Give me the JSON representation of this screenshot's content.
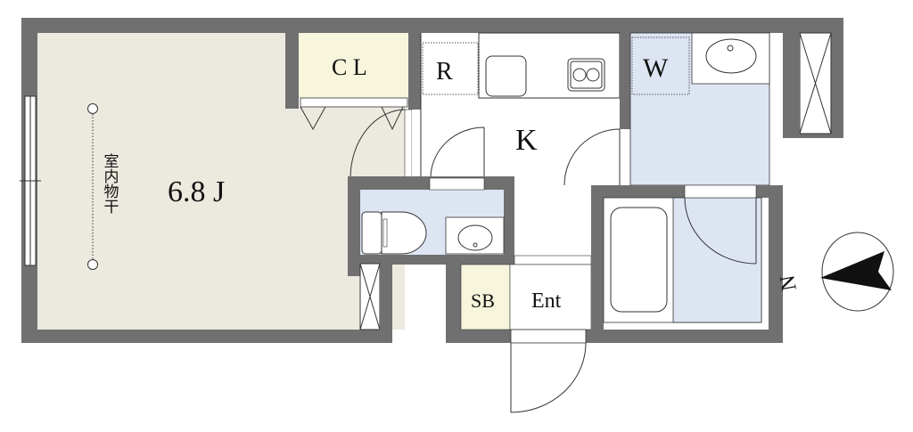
{
  "rooms": {
    "main": {
      "label": "6.8 J",
      "drying_label": "室内物干"
    },
    "closet": {
      "label": "C L"
    },
    "fridge": {
      "label": "R"
    },
    "kitchen": {
      "label": "K"
    },
    "washer": {
      "label": "W"
    },
    "shoe_box": {
      "label": "SB"
    },
    "entrance": {
      "label": "Ent"
    }
  },
  "compass": {
    "label": "N"
  },
  "colors": {
    "wall": "#707070",
    "main_floor": "#ece9df",
    "closet_floor": "#f7f5dc",
    "wet_floor": "#dde5f3"
  }
}
